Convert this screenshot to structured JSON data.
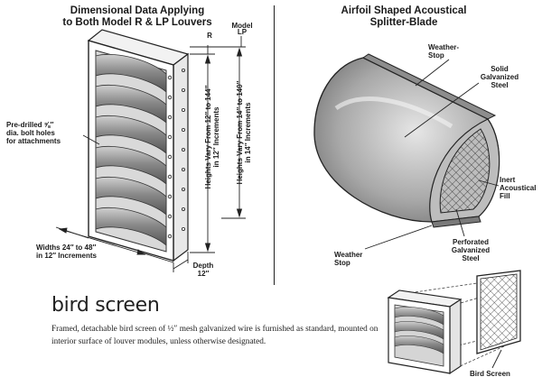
{
  "left_panel": {
    "title": "Dimensional Data Applying\nto Both Model R & LP Louvers",
    "model_label": "Model",
    "model_r": "R",
    "model_lp": "LP",
    "drill_note": "Pre-drilled ⅝″\ndia. bolt holes\nfor attachments",
    "height_r": "Heights Vary From 12″ to 144″\nin 12″ Increments",
    "height_lp": "Heights Vary From 14″ to 140″\nin 14″ Increments",
    "width_note": "Widths 24″ to 48″\nin 12″ Increments",
    "depth_note": "Depth\n12″"
  },
  "right_panel": {
    "title": "Airfoil Shaped Acoustical\nSplitter-Blade",
    "weather_stop_top": "Weather-\nStop",
    "solid_steel": "Solid\nGalvanized\nSteel",
    "inert_fill": "Inert\nAcoustical\nFill",
    "weather_stop_bottom": "Weather\nStop",
    "perforated_steel": "Perforated\nGalvanized\nSteel"
  },
  "bird_screen": {
    "heading": "bird screen",
    "body": "Framed, detachable bird screen of ½″ mesh galvanized wire is furnished as standard, mounted on interior surface of louver modules, unless otherwise designated.",
    "screen_label": "Bird Screen"
  }
}
